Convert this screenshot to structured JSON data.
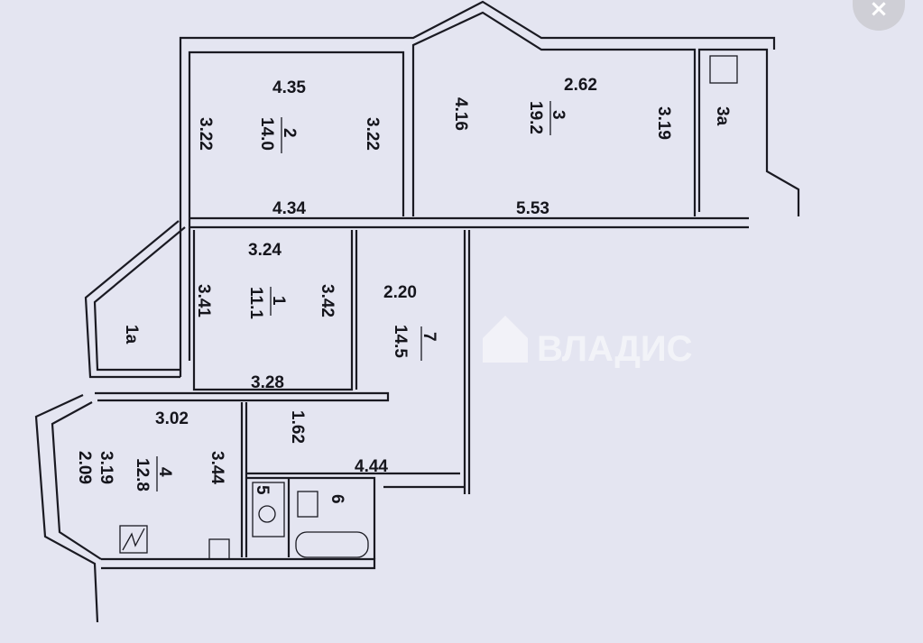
{
  "close_button": {
    "icon": "close-icon",
    "label": "×"
  },
  "watermark": {
    "text": "ВЛАДИС",
    "icon": "house-logo-icon"
  },
  "rooms": [
    {
      "id": "2",
      "area": "14.0",
      "dims": [
        "4.35",
        "3.22",
        "3.22",
        "4.34"
      ]
    },
    {
      "id": "3",
      "area": "19.2",
      "dims": [
        "2.62",
        "4.16",
        "3.19",
        "5.53"
      ]
    },
    {
      "id": "3a"
    },
    {
      "id": "1",
      "area": "11.1",
      "dims": [
        "3.24",
        "3.41",
        "3.42",
        "3.28"
      ]
    },
    {
      "id": "1a"
    },
    {
      "id": "7",
      "area": "14.5",
      "dims": [
        "2.20",
        "1.62",
        "4.44"
      ]
    },
    {
      "id": "4",
      "area": "12.8",
      "dims": [
        "3.02",
        "3.44",
        "3.19",
        "2.09"
      ]
    },
    {
      "id": "5"
    },
    {
      "id": "6"
    }
  ]
}
